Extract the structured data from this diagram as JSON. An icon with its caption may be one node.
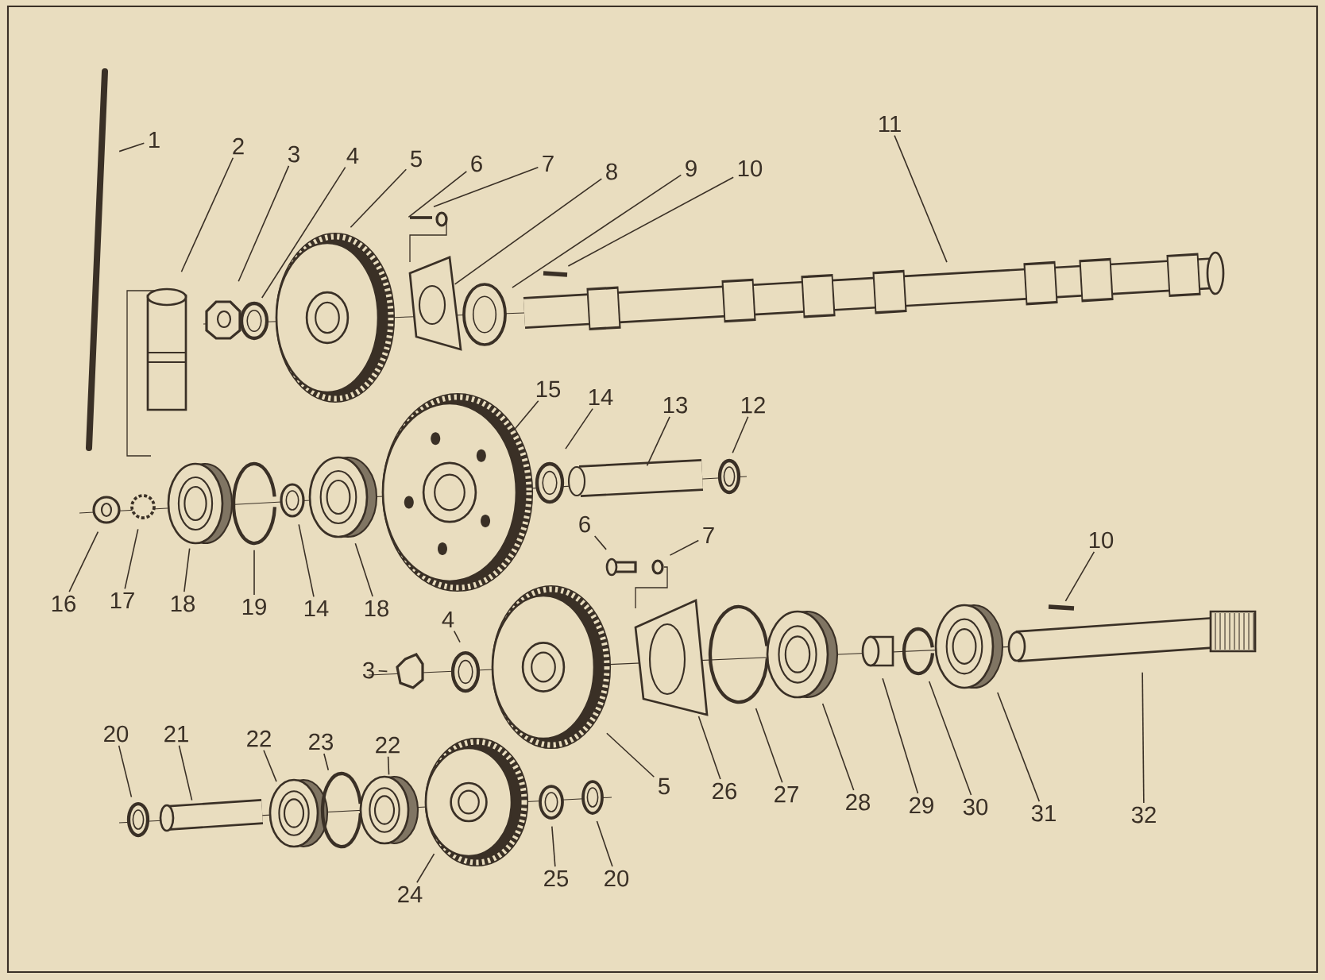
{
  "diagram": {
    "nodes": [
      {
        "text": [
          "1"
        ]
      },
      {
        "text": [
          "2"
        ]
      },
      {
        "text": [
          "3"
        ]
      },
      {
        "text": [
          "4"
        ]
      },
      {
        "text": [
          "5"
        ]
      },
      {
        "text": [
          "6"
        ]
      },
      {
        "text": [
          "7"
        ]
      },
      {
        "text": [
          "8"
        ]
      },
      {
        "text": [
          "9"
        ]
      },
      {
        "text": [
          "10"
        ]
      },
      {
        "text": [
          "11"
        ]
      },
      {
        "text": [
          "15"
        ]
      },
      {
        "text": [
          "14"
        ]
      },
      {
        "text": [
          "13"
        ]
      },
      {
        "text": [
          "12"
        ]
      },
      {
        "text": [
          "16"
        ]
      },
      {
        "text": [
          "17"
        ]
      },
      {
        "text": [
          "18"
        ]
      },
      {
        "text": [
          "19"
        ]
      },
      {
        "text": [
          "14"
        ]
      },
      {
        "text": [
          "18"
        ]
      },
      {
        "text": [
          "6"
        ]
      },
      {
        "text": [
          "7"
        ]
      },
      {
        "text": [
          "10"
        ]
      },
      {
        "text": [
          "4"
        ]
      },
      {
        "text": [
          "3"
        ]
      },
      {
        "text": [
          "5"
        ]
      },
      {
        "text": [
          "26"
        ]
      },
      {
        "text": [
          "27"
        ]
      },
      {
        "text": [
          "28"
        ]
      },
      {
        "text": [
          "29"
        ]
      },
      {
        "text": [
          "30"
        ]
      },
      {
        "text": [
          "31"
        ]
      },
      {
        "text": [
          "32"
        ]
      },
      {
        "text": [
          "20"
        ]
      },
      {
        "text": [
          "21"
        ]
      },
      {
        "text": [
          "22"
        ]
      },
      {
        "text": [
          "23"
        ]
      },
      {
        "text": [
          "22"
        ]
      },
      {
        "text": [
          "24"
        ]
      },
      {
        "text": [
          "25"
        ]
      },
      {
        "text": [
          "20"
        ]
      }
    ],
    "edges": [
      {
        "from": 0,
        "to": null,
        "arrow": "none"
      },
      {
        "from": 1,
        "to": null,
        "arrow": "none"
      },
      {
        "from": 2,
        "to": null,
        "arrow": "none"
      },
      {
        "from": 3,
        "to": null,
        "arrow": "none"
      },
      {
        "from": 4,
        "to": null,
        "arrow": "none"
      },
      {
        "from": 5,
        "to": null,
        "arrow": "none"
      },
      {
        "from": 6,
        "to": null,
        "arrow": "none"
      },
      {
        "from": 7,
        "to": null,
        "arrow": "none"
      },
      {
        "from": 8,
        "to": null,
        "arrow": "none"
      },
      {
        "from": 9,
        "to": null,
        "arrow": "none"
      },
      {
        "from": 10,
        "to": null,
        "arrow": "none"
      },
      {
        "from": 11,
        "to": null,
        "arrow": "none"
      },
      {
        "from": 12,
        "to": null,
        "arrow": "none"
      },
      {
        "from": 13,
        "to": null,
        "arrow": "none"
      },
      {
        "from": 14,
        "to": null,
        "arrow": "none"
      },
      {
        "from": 15,
        "to": null,
        "arrow": "none"
      },
      {
        "from": 16,
        "to": null,
        "arrow": "none"
      },
      {
        "from": 17,
        "to": null,
        "arrow": "none"
      },
      {
        "from": 18,
        "to": null,
        "arrow": "none"
      },
      {
        "from": 19,
        "to": null,
        "arrow": "none"
      },
      {
        "from": 20,
        "to": null,
        "arrow": "none"
      },
      {
        "from": 21,
        "to": null,
        "arrow": "none"
      },
      {
        "from": 22,
        "to": null,
        "arrow": "none"
      },
      {
        "from": 23,
        "to": null,
        "arrow": "none"
      },
      {
        "from": 24,
        "to": null,
        "arrow": "none"
      },
      {
        "from": 25,
        "to": null,
        "arrow": "none"
      },
      {
        "from": 26,
        "to": null,
        "arrow": "none"
      },
      {
        "from": 27,
        "to": null,
        "arrow": "none"
      },
      {
        "from": 28,
        "to": null,
        "arrow": "none"
      },
      {
        "from": 29,
        "to": null,
        "arrow": "none"
      },
      {
        "from": 30,
        "to": null,
        "arrow": "none"
      },
      {
        "from": 31,
        "to": null,
        "arrow": "none"
      },
      {
        "from": 32,
        "to": null,
        "arrow": "none"
      },
      {
        "from": 33,
        "to": null,
        "arrow": "none"
      },
      {
        "from": 34,
        "to": null,
        "arrow": "none"
      },
      {
        "from": 35,
        "to": null,
        "arrow": "none"
      },
      {
        "from": 36,
        "to": null,
        "arrow": "none"
      },
      {
        "from": 37,
        "to": null,
        "arrow": "none"
      },
      {
        "from": 38,
        "to": null,
        "arrow": "none"
      },
      {
        "from": 39,
        "to": null,
        "arrow": "none"
      },
      {
        "from": 40,
        "to": null,
        "arrow": "none"
      },
      {
        "from": 41,
        "to": null,
        "arrow": "none"
      }
    ]
  }
}
